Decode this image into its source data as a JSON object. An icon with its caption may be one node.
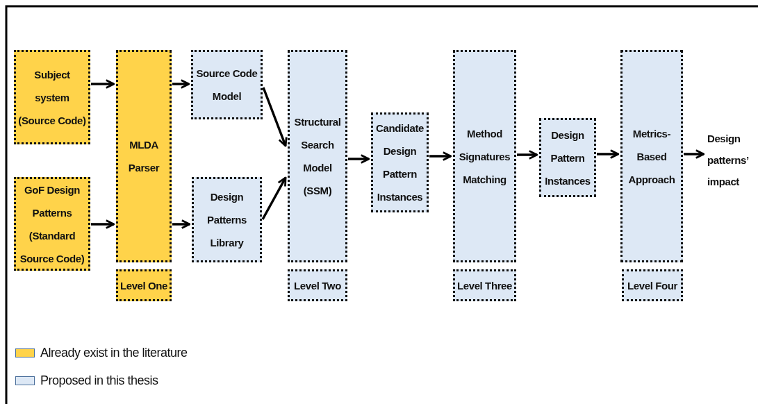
{
  "diagram": {
    "nodes": [
      {
        "text": [
          "Subject system (Source Code)"
        ]
      },
      {
        "text": [
          "GoF Design Patterns (Standard Source Code)"
        ]
      },
      {
        "text": [
          "MLDA Parser"
        ]
      },
      {
        "text": [
          "Level One"
        ]
      },
      {
        "text": [
          "Source Code Model"
        ]
      },
      {
        "text": [
          "Design Patterns Library"
        ]
      },
      {
        "text": [
          "Structural Search Model (SSM)"
        ]
      },
      {
        "text": [
          "Level Two"
        ]
      },
      {
        "text": [
          "Candidate Design Pattern Instances"
        ]
      },
      {
        "text": [
          "Method Signatures Matching"
        ]
      },
      {
        "text": [
          "Level Three"
        ]
      },
      {
        "text": [
          "Design Pattern Instances"
        ]
      },
      {
        "text": [
          "Metrics-Based Approach"
        ]
      },
      {
        "text": [
          "Level Four"
        ]
      },
      {
        "text": [
          "Design patterns’ impact"
        ]
      }
    ],
    "edges": [
      {
        "from": 0,
        "to": 2,
        "arrow": "to"
      },
      {
        "from": 1,
        "to": 2,
        "arrow": "to"
      },
      {
        "from": 2,
        "to": 4,
        "arrow": "to"
      },
      {
        "from": 2,
        "to": 5,
        "arrow": "to"
      },
      {
        "from": 4,
        "to": 6,
        "arrow": "to"
      },
      {
        "from": 5,
        "to": 6,
        "arrow": "to"
      },
      {
        "from": 6,
        "to": 8,
        "arrow": "to"
      },
      {
        "from": 8,
        "to": 9,
        "arrow": "to"
      },
      {
        "from": 9,
        "to": 11,
        "arrow": "to"
      },
      {
        "from": 11,
        "to": 12,
        "arrow": "to"
      },
      {
        "from": 12,
        "to": 14,
        "arrow": "to"
      }
    ],
    "legend": [
      {
        "text": "Already exist in the literature",
        "color": "#ffd34a"
      },
      {
        "text": "Proposed in this thesis",
        "color": "#dde8f5"
      }
    ]
  }
}
